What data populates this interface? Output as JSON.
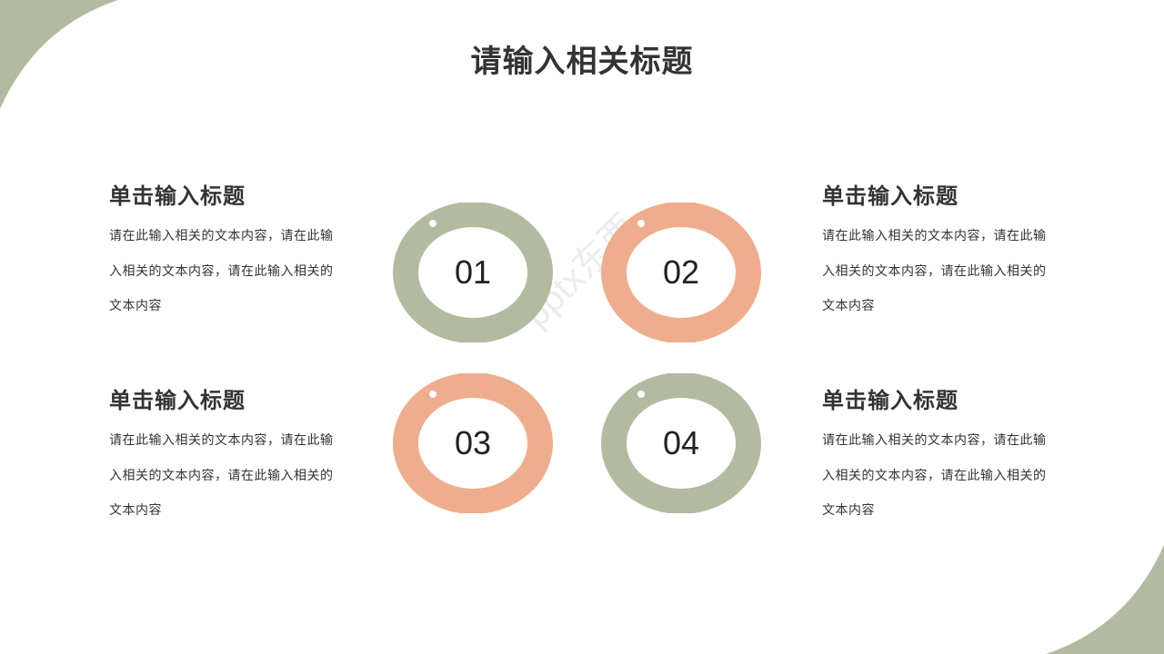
{
  "colors": {
    "sage": "#b2bb9f",
    "salmon": "#eeae8e",
    "text": "#333333"
  },
  "title": "请输入相关标题",
  "blocks": [
    {
      "heading": "单击输入标题",
      "lines": [
        "请在此输入相关的文本内容，请在此输",
        "入相关的文本内容，请在此输入相关的",
        "文本内容"
      ]
    },
    {
      "heading": "单击输入标题",
      "lines": [
        "请在此输入相关的文本内容，请在此输",
        "入相关的文本内容，请在此输入相关的",
        "文本内容"
      ]
    },
    {
      "heading": "单击输入标题",
      "lines": [
        "请在此输入相关的文本内容，请在此输",
        "入相关的文本内容，请在此输入相关的",
        "文本内容"
      ]
    },
    {
      "heading": "单击输入标题",
      "lines": [
        "请在此输入相关的文本内容，请在此输",
        "入相关的文本内容，请在此输入相关的",
        "文本内容"
      ]
    }
  ],
  "rings": [
    {
      "number": "01",
      "color": "#b2bb9f"
    },
    {
      "number": "02",
      "color": "#eeae8e"
    },
    {
      "number": "03",
      "color": "#eeae8e"
    },
    {
      "number": "04",
      "color": "#b2bb9f"
    }
  ],
  "watermark": "pptx东西"
}
